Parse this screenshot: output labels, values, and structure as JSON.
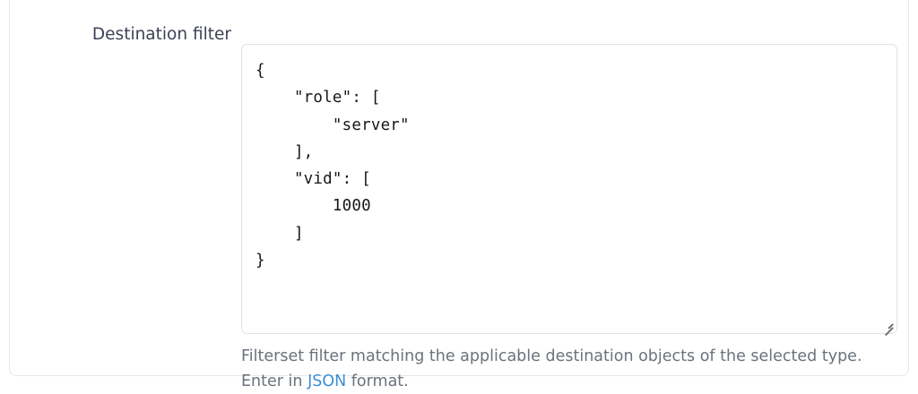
{
  "card": {
    "background_color": "#ffffff",
    "border_color": "#e7e8ea"
  },
  "field": {
    "label": "Destination filter",
    "label_color": "#3c4257",
    "textarea": {
      "value": "{\n    \"role\": [\n        \"server\"\n    ],\n    \"vid\": [\n        1000\n    ]\n}",
      "placeholder": "",
      "border_color": "#dfe1e5",
      "text_color": "#17181a",
      "resize_handle_icon": "resize-grip-icon"
    },
    "help": {
      "line1": "Filterset filter matching the applicable destination objects of the selected type.",
      "line2_before": "Enter in ",
      "link_label": "JSON",
      "line2_after": " format.",
      "text_color": "#6b727c",
      "link_color": "#3b8fd4"
    }
  }
}
